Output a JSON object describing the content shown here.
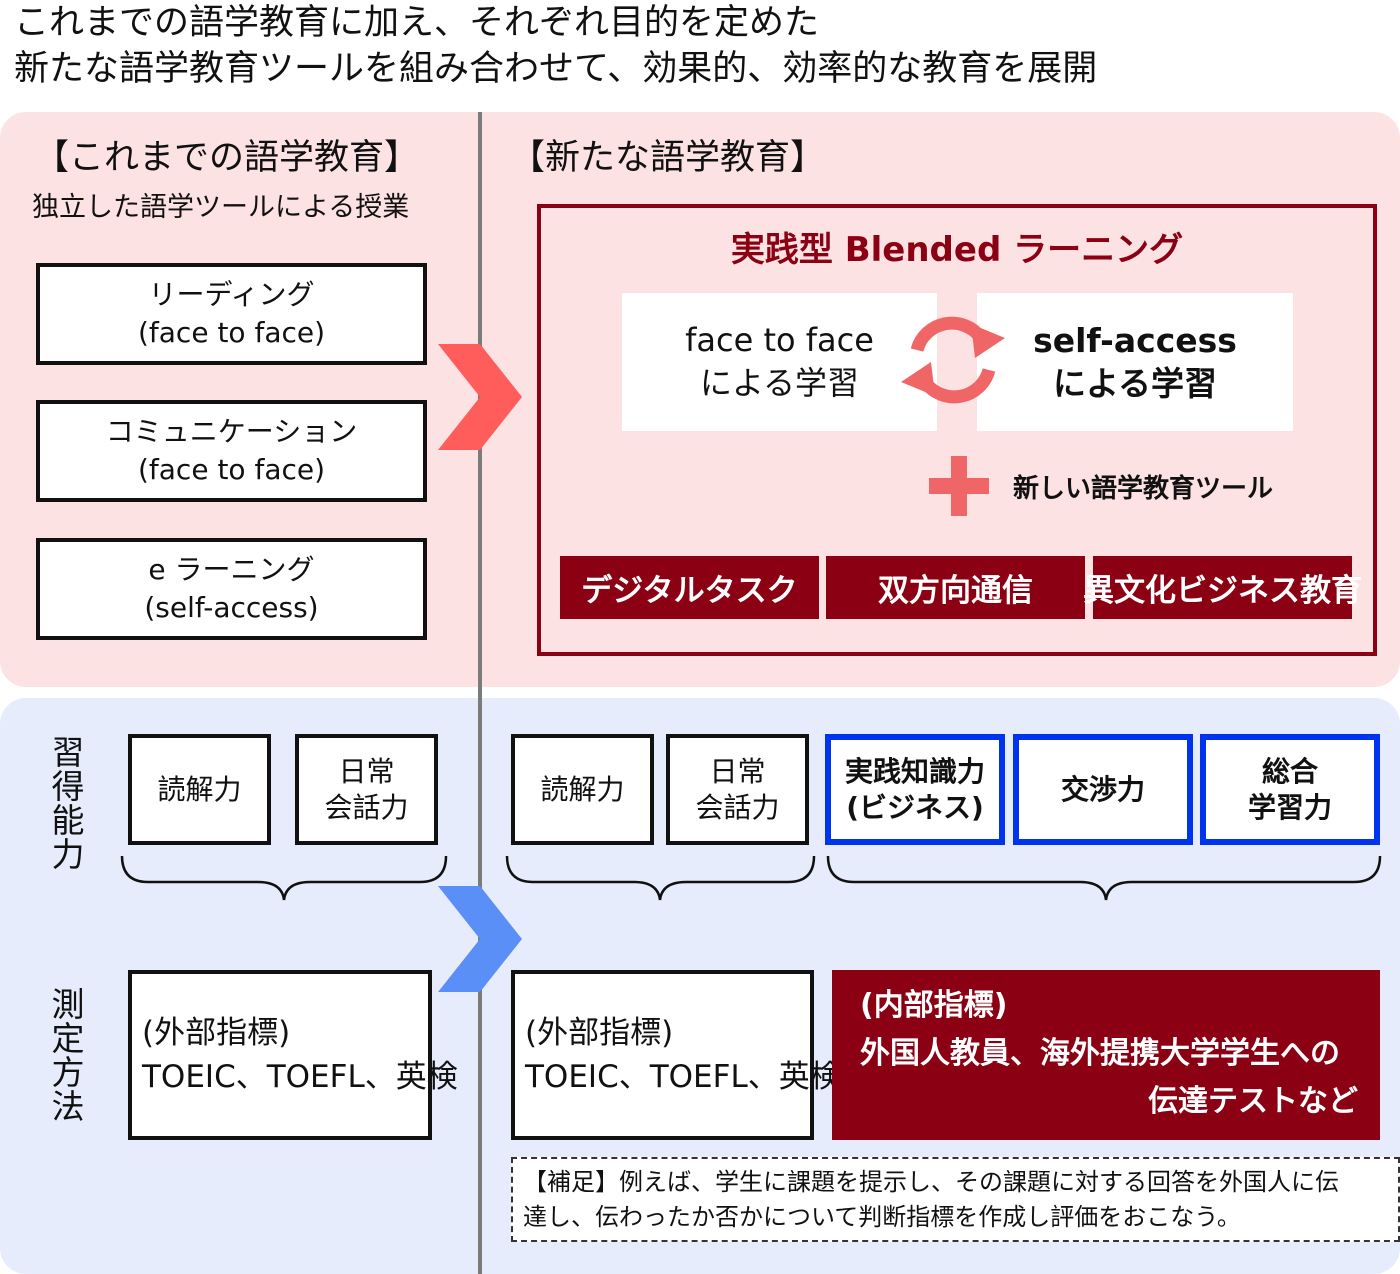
{
  "title": {
    "line1": "これまでの語学教育に加え、それぞれ目的を定めた",
    "line2": "新たな語学教育ツールを組み合わせて、効果的、効率的な教育を展開"
  },
  "old_education": {
    "heading": "【これまでの語学教育】",
    "subheading": "独立した語学ツールによる授業",
    "tools": [
      {
        "name": "リーディング",
        "mode": "(face to face)"
      },
      {
        "name": "コミュニケーション",
        "mode": "(face to face)"
      },
      {
        "name": "e ラーニング",
        "mode": "(self-access)"
      }
    ]
  },
  "new_education": {
    "heading": "【新たな語学教育】",
    "blended_title": "実践型 Blended ラーニング",
    "face_to_face": {
      "line1": "face to face",
      "line2": "による学習"
    },
    "self_access": {
      "line1": "self-access",
      "line2": "による学習"
    },
    "new_tools_label": "新しい語学教育ツール",
    "new_tools": [
      "デジタルタスク",
      "双方向通信",
      "異文化ビジネス教育"
    ]
  },
  "row_labels": {
    "skills": [
      "習",
      "得",
      "能",
      "力"
    ],
    "measurement": [
      "測",
      "定",
      "方",
      "法"
    ]
  },
  "old_skills": [
    {
      "line1": "読解力",
      "line2": ""
    },
    {
      "line1": "日常",
      "line2": "会話力"
    }
  ],
  "new_skills": [
    {
      "line1": "読解力",
      "line2": ""
    },
    {
      "line1": "日常",
      "line2": "会話力"
    }
  ],
  "new_skills_added": [
    {
      "line1": "実践知識力",
      "line2": "(ビジネス)"
    },
    {
      "line1": "交渉力",
      "line2": ""
    },
    {
      "line1": "総合",
      "line2": "学習力"
    }
  ],
  "old_measurement": {
    "line1": "(外部指標)",
    "line2": "TOEIC、TOEFL、英検"
  },
  "new_measurement": {
    "line1": "(外部指標)",
    "line2": "TOEIC、TOEFL、英検"
  },
  "internal_measurement": {
    "line1": "(内部指標)",
    "line2": "外国人教員、海外提携大学学生への",
    "line3": "伝達テストなど"
  },
  "note": {
    "line1": "【補足】例えば、学生に課題を提示し、その課題に対する回答を外国人に伝",
    "line2": "達し、伝わったか否かについて判断指標を作成し評価をおこなう。"
  },
  "colors": {
    "dark_red": "#8b0012",
    "arrow_red": "#ff5c5c",
    "arrow_blue": "#5b8ff8",
    "blue_border": "#0033ee",
    "pink_panel": "#fde2e4",
    "blue_panel": "#e6ecfb"
  }
}
